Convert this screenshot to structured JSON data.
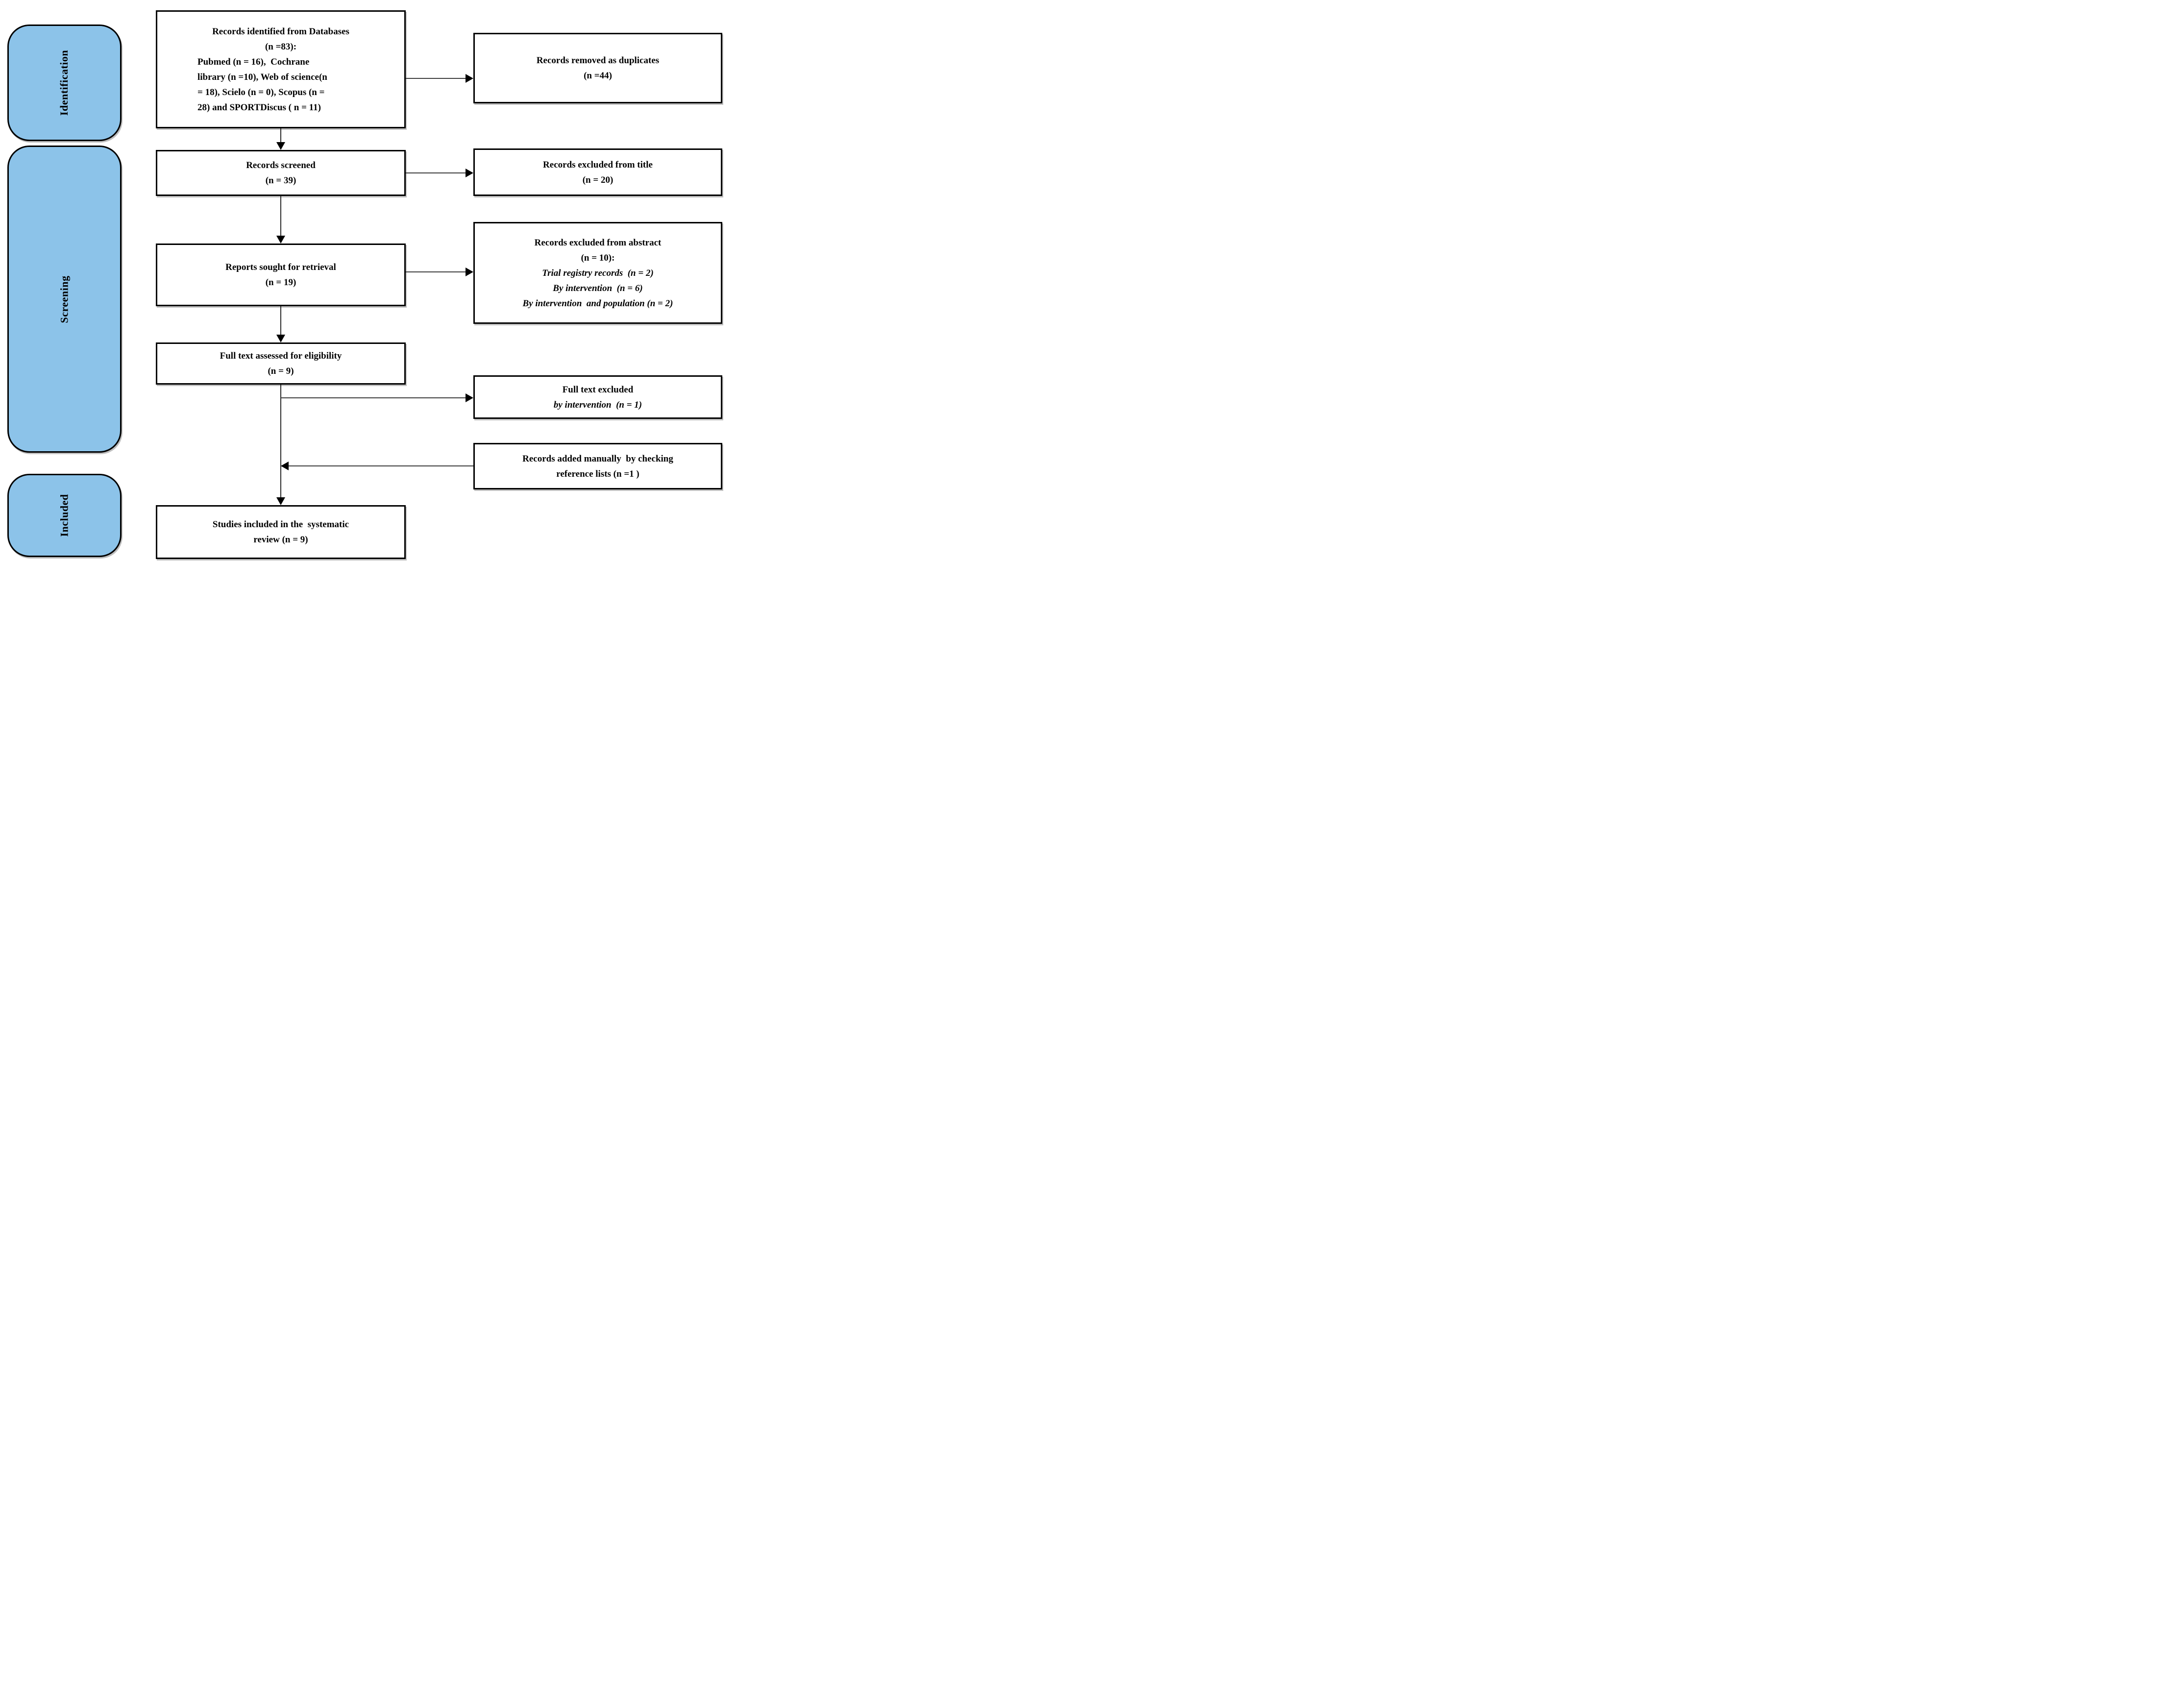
{
  "diagram": {
    "type": "prisma-flow",
    "colors": {
      "stage_fill": "#8CC3E9",
      "box_fill": "#FFFFFF",
      "border": "#000000"
    },
    "stages": [
      {
        "label": "Identification"
      },
      {
        "label": "Screening"
      },
      {
        "label": "Included"
      }
    ],
    "boxes": {
      "identified": {
        "lines": [
          "Records identified from Databases",
          "(n =83):",
          "Pubmed (n = 16),  Cochrane",
          "library (n =10), Web of science(n",
          "= 18), Scielo (n = 0), Scopus (n =",
          "28) and SPORTDiscus ( n = 11)"
        ]
      },
      "duplicates": {
        "lines": [
          "Records removed as duplicates",
          "(n =44)"
        ]
      },
      "screened": {
        "lines": [
          "Records screened",
          "(n = 39)"
        ]
      },
      "excluded_title": {
        "lines": [
          "Records excluded from title",
          "(n = 20)"
        ]
      },
      "sought": {
        "lines": [
          "Reports sought for retrieval",
          "(n = 19)"
        ]
      },
      "excluded_abstract": {
        "lines": [
          "Records excluded from abstract",
          "(n = 10):",
          "Trial registry records  (n = 2)",
          "By intervention  (n = 6)",
          "By intervention  and population (n = 2)"
        ]
      },
      "fulltext": {
        "lines": [
          "Full text assessed for eligibility",
          "(n = 9)"
        ]
      },
      "fulltext_excluded": {
        "lines": [
          "Full text excluded",
          "by intervention  (n = 1)"
        ]
      },
      "manual": {
        "lines": [
          "Records added manually  by checking",
          "reference lists (n =1 )"
        ]
      },
      "included_studies": {
        "lines": [
          "Studies included in the  systematic",
          "review (n = 9)"
        ]
      }
    }
  }
}
